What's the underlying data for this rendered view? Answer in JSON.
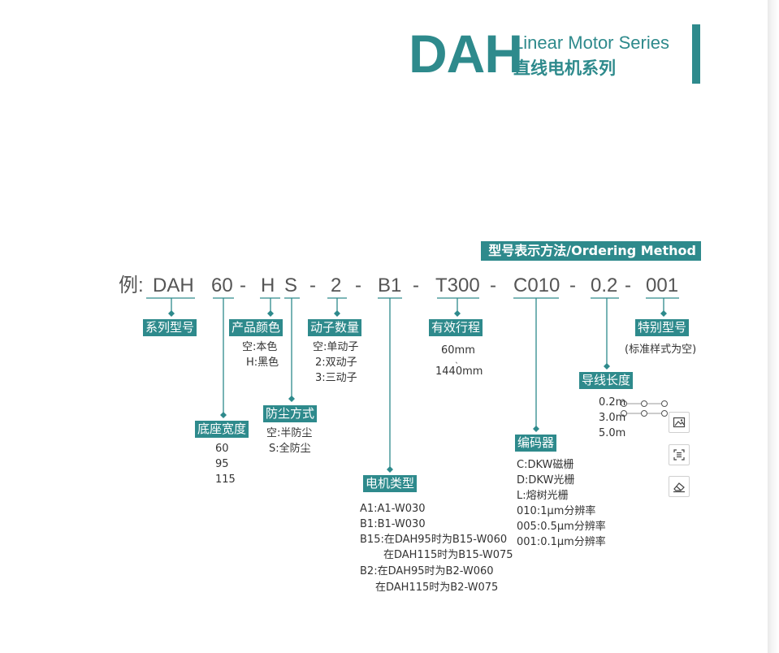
{
  "header": {
    "brand": "DAH",
    "series_en": "Linear Motor Series",
    "series_cn": "直线电机系列"
  },
  "section": {
    "title": "型号表示方法/Ordering Method"
  },
  "example": {
    "prefix": "例:",
    "segments": [
      "DAH",
      "60",
      "-",
      "H",
      "S",
      "-",
      "2",
      "-",
      "B1",
      "-",
      "T300",
      "-",
      "C010",
      "-",
      "0.2",
      "-",
      "001"
    ]
  },
  "fields": {
    "series": {
      "label": "系列型号"
    },
    "base_width": {
      "label": "底座宽度",
      "values": [
        "60",
        "95",
        "115"
      ]
    },
    "color": {
      "label": "产品颜色",
      "values": [
        "空:本色",
        "H:黑色"
      ]
    },
    "dust": {
      "label": "防尘方式",
      "values": [
        "空:半防尘",
        "S:全防尘"
      ]
    },
    "movers": {
      "label": "动子数量",
      "values": [
        "空:单动子",
        "2:双动子",
        "3:三动子"
      ]
    },
    "motor_type": {
      "label": "电机类型",
      "values": [
        "A1:A1-W030",
        "B1:B1-W030",
        "B15:在DAH95时为B15-W060",
        "在DAH115时为B15-W075",
        "B2:在DAH95时为B2-W060",
        "在DAH115时为B2-W075"
      ]
    },
    "stroke": {
      "label": "有效行程",
      "values": [
        "60mm",
        "ˎ",
        "1440mm"
      ]
    },
    "encoder": {
      "label": "编码器",
      "values": [
        "C:DKW磁栅",
        "D:DKW光栅",
        "L:熔树光栅",
        "010:1μm分辨率",
        "005:0.5μm分辨率",
        "001:0.1μm分辨率"
      ]
    },
    "cable": {
      "label": "导线长度",
      "values": [
        "0.2m",
        "3.0m",
        "5.0m"
      ]
    },
    "special": {
      "label": "特别型号",
      "values": [
        "(标准样式为空)"
      ]
    }
  },
  "toolbar": {
    "icons": [
      "image-icon",
      "text-select-icon",
      "eraser-icon"
    ]
  },
  "colors": {
    "accent": "#2e8a8c"
  }
}
